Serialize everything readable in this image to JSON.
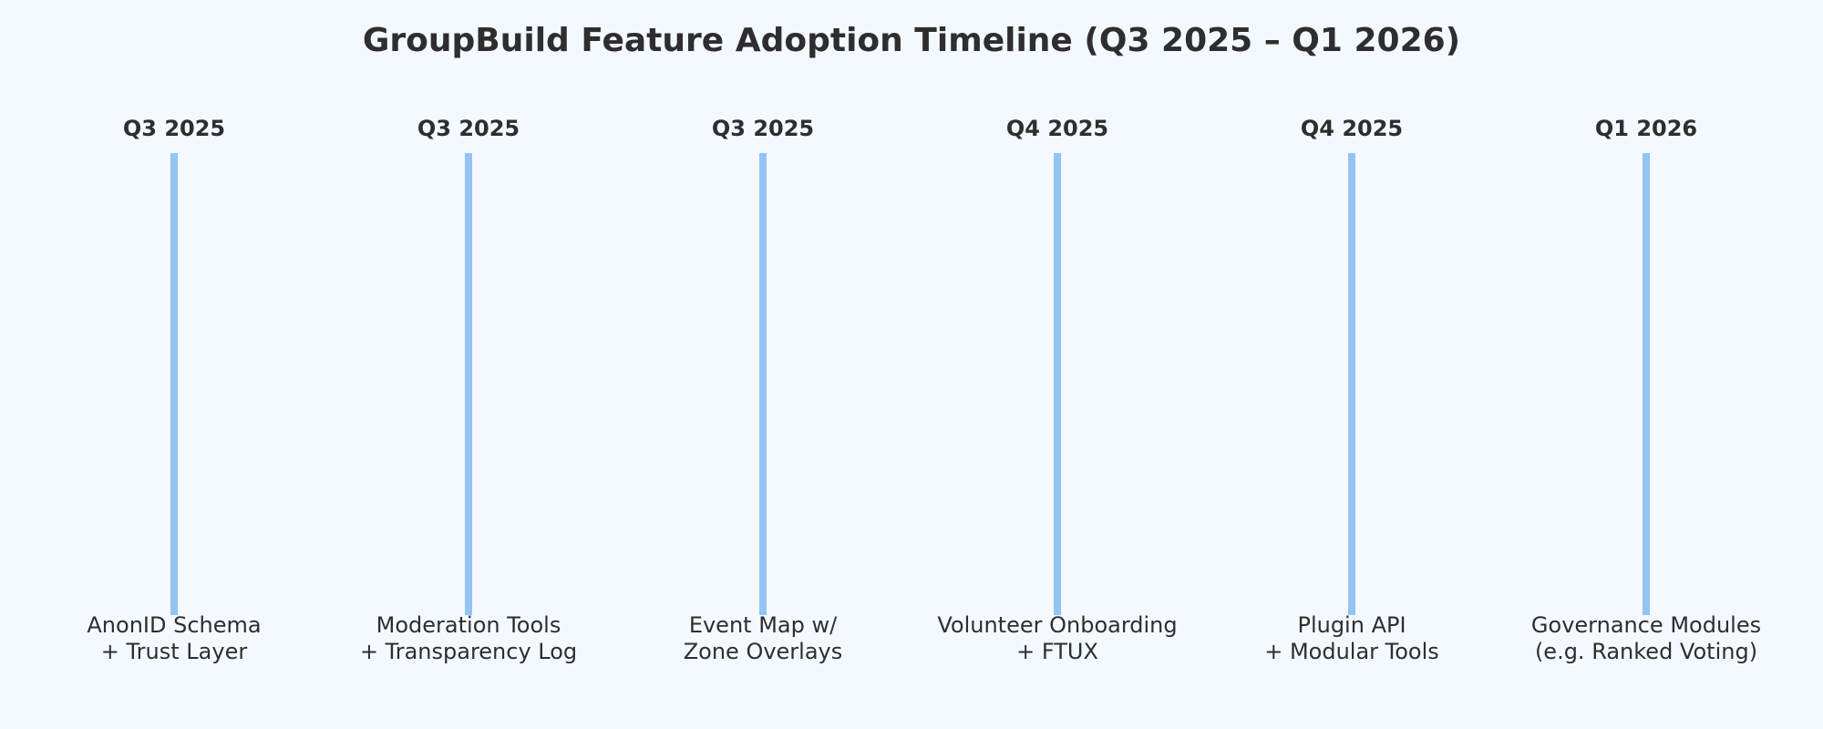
{
  "title": "GroupBuild Feature Adoption Timeline (Q3 2025 – Q1 2026)",
  "colors": {
    "background": "#f4f9ff",
    "bar": "#93c4f3",
    "text": "#2e2e2e"
  },
  "milestones": [
    {
      "quarter": "Q3 2025",
      "label_line1": "AnonID Schema",
      "label_line2": "+ Trust Layer"
    },
    {
      "quarter": "Q3 2025",
      "label_line1": "Moderation Tools",
      "label_line2": "+ Transparency Log"
    },
    {
      "quarter": "Q3 2025",
      "label_line1": "Event Map w/",
      "label_line2": "Zone Overlays"
    },
    {
      "quarter": "Q4 2025",
      "label_line1": "Volunteer Onboarding",
      "label_line2": "+ FTUX"
    },
    {
      "quarter": "Q4 2025",
      "label_line1": "Plugin API",
      "label_line2": "+ Modular Tools"
    },
    {
      "quarter": "Q1 2026",
      "label_line1": "Governance Modules",
      "label_line2": "(e.g. Ranked Voting)"
    }
  ]
}
